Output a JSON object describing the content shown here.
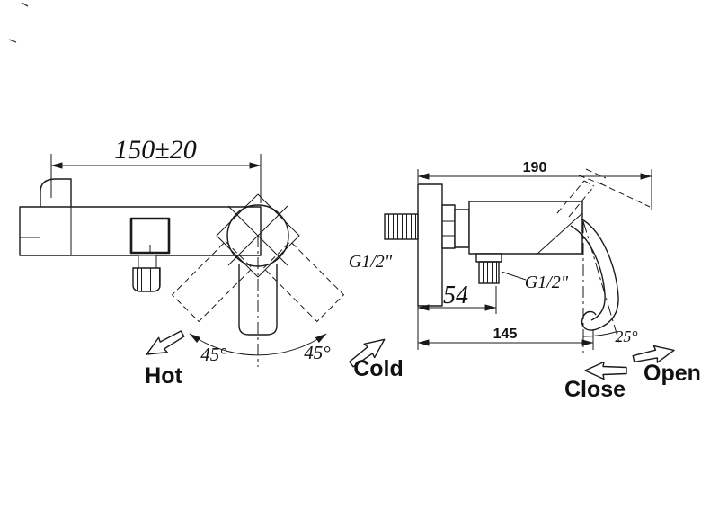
{
  "drawing": {
    "type": "technical-drawing",
    "subject": "wall-mounted shower mixer tap, front and side views"
  },
  "front_view": {
    "dim_width": "150±20",
    "angle_left": "45°",
    "angle_right": "45°",
    "hot_label": "Hot",
    "cold_label": "Cold"
  },
  "side_view": {
    "dim_width": "190",
    "inlet_thread": "G1/2\"",
    "outlet_thread": "G1/2\"",
    "dim_outlet": "54",
    "dim_depth": "145",
    "lever_angle": "25°",
    "close_label": "Close",
    "open_label": "Open"
  },
  "colors": {
    "line": "#1a1a1a",
    "background": "#ffffff"
  }
}
